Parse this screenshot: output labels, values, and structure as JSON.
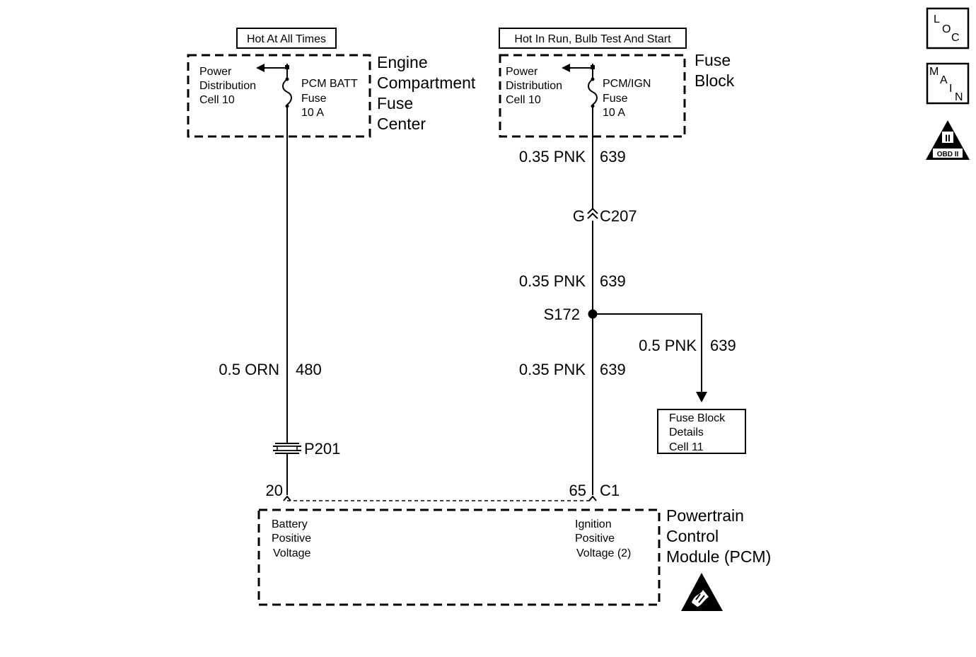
{
  "top_labels": {
    "left_header": "Hot At All Times",
    "right_header": "Hot In Run, Bulb Test And Start"
  },
  "left_fuse_block": {
    "title_lines": [
      "Engine",
      "Compartment",
      "Fuse",
      "Center"
    ],
    "power_lines": [
      "Power",
      "Distribution",
      "Cell 10"
    ],
    "fuse_lines": [
      "PCM BATT",
      "Fuse",
      "10 A"
    ]
  },
  "right_fuse_block": {
    "title_lines": [
      "Fuse",
      "Block"
    ],
    "power_lines": [
      "Power",
      "Distribution",
      "Cell 10"
    ],
    "fuse_lines": [
      "PCM/IGN",
      "Fuse",
      "10 A"
    ]
  },
  "wires": {
    "pnk_top": {
      "gauge_color": "0.35 PNK",
      "circuit": "639"
    },
    "pnk_mid": {
      "gauge_color": "0.35 PNK",
      "circuit": "639"
    },
    "pnk_low": {
      "gauge_color": "0.35 PNK",
      "circuit": "639"
    },
    "pnk_branch": {
      "gauge_color": "0.5 PNK",
      "circuit": "639"
    },
    "orn": {
      "gauge_color": "0.5 ORN",
      "circuit": "480"
    }
  },
  "connectors": {
    "c207_pin": "G",
    "c207_name": "C207",
    "splice": "S172",
    "p201": "P201",
    "pcm_pin_left": "20",
    "pcm_pin_right": "65",
    "pcm_connector": "C1"
  },
  "fuse_details_box": {
    "lines": [
      "Fuse Block",
      "Details",
      "Cell 11"
    ]
  },
  "pcm": {
    "title_lines": [
      "Powertrain",
      "Control",
      "Module (PCM)"
    ],
    "left_input_lines": [
      "Battery",
      "Positive",
      "Voltage"
    ],
    "right_input_lines": [
      "Ignition",
      "Positive",
      "Voltage (2)"
    ]
  },
  "side_icons": {
    "loc": [
      "L",
      "O",
      "C"
    ],
    "main": [
      "M",
      "A",
      "I",
      "N"
    ],
    "obd_numeral": "II",
    "obd_label": "OBD II"
  },
  "colors": {
    "line": "#000000",
    "background": "#ffffff"
  }
}
